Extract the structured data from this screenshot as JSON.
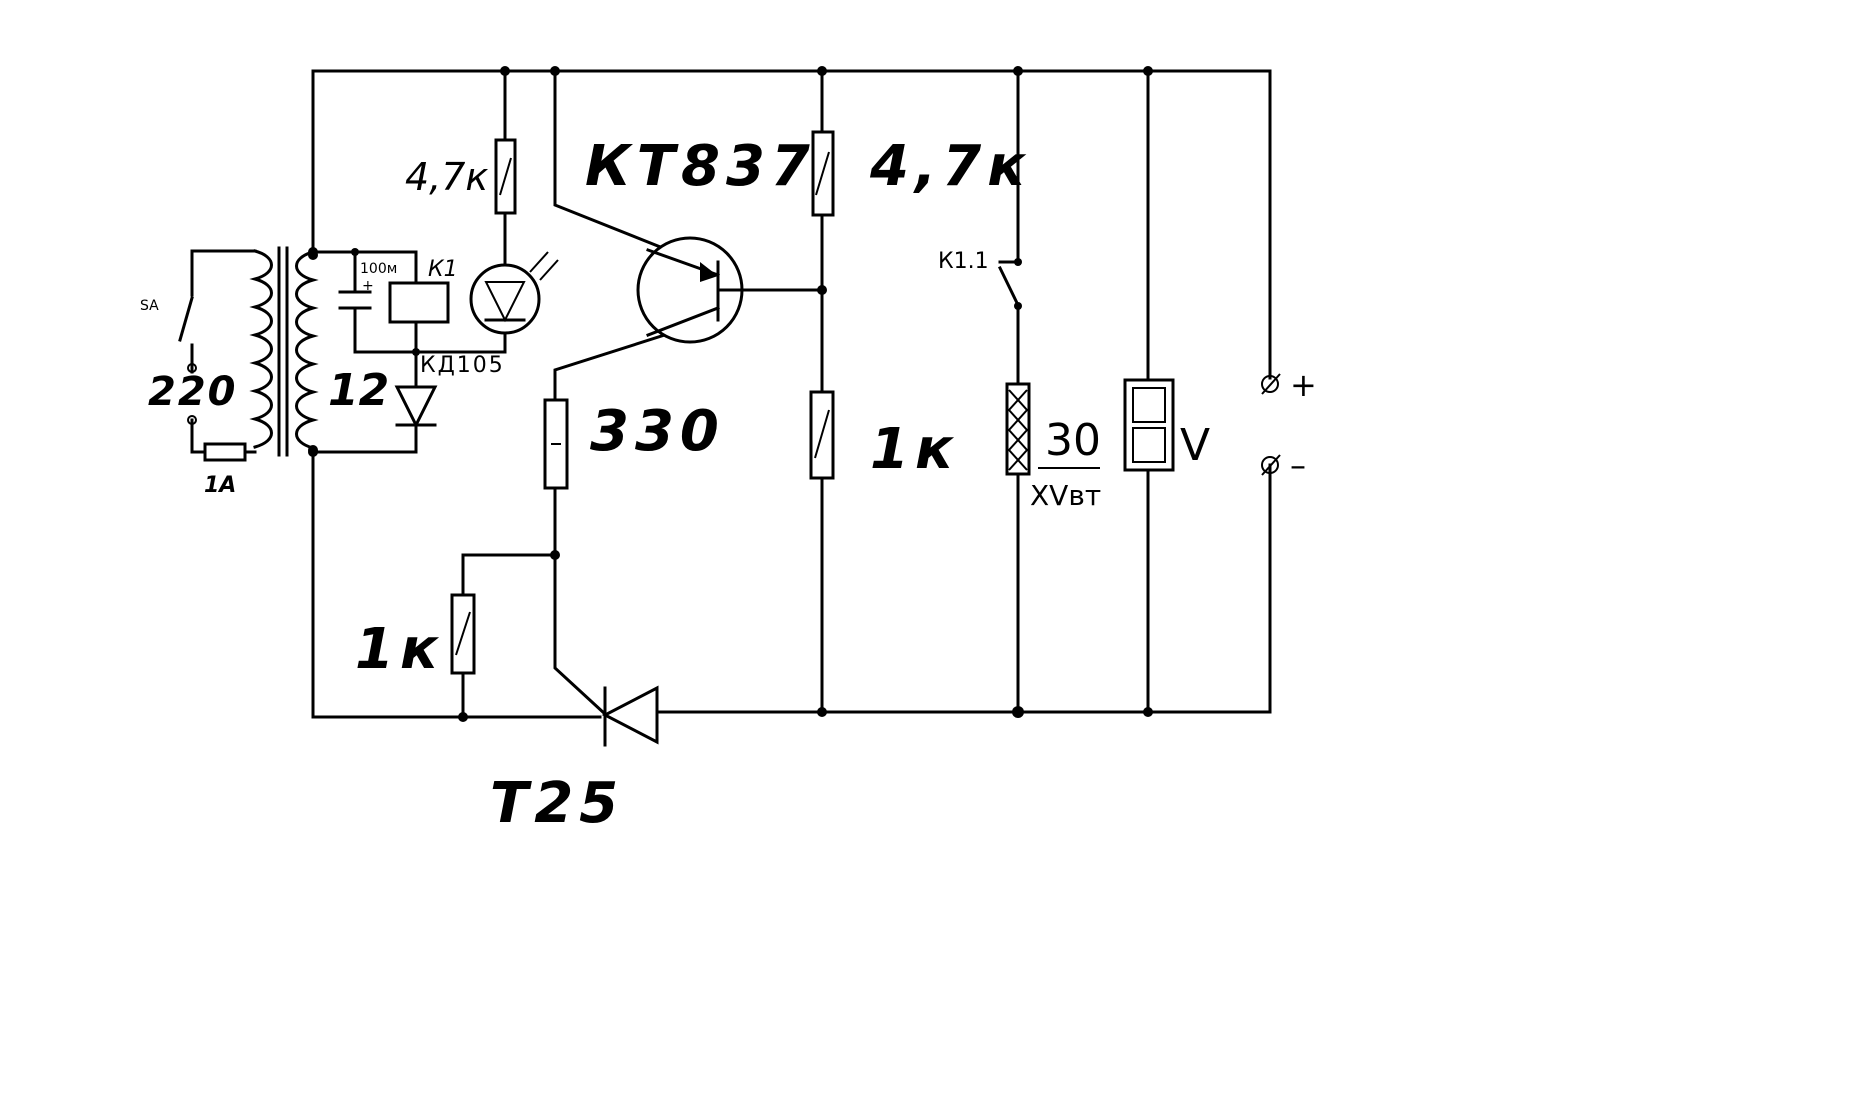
{
  "labels": {
    "mains": "220",
    "switch": "SA",
    "fuse": "1A",
    "secondary": "12",
    "capacitor": "100м",
    "relay": "К1",
    "diode": "КД105",
    "r_led": "4,7к",
    "transistor": "КТ837",
    "r_top": "4,7к",
    "r_330": "330",
    "r_1k_mid": "1к",
    "r_1k_left": "1к",
    "thyristor": "Т25",
    "contact": "К1.1",
    "lamp_value": "30",
    "lamp_unit": "XVвт",
    "voltmeter": "V",
    "out_plus": "+",
    "out_minus": "–",
    "cap_plus": "+"
  }
}
